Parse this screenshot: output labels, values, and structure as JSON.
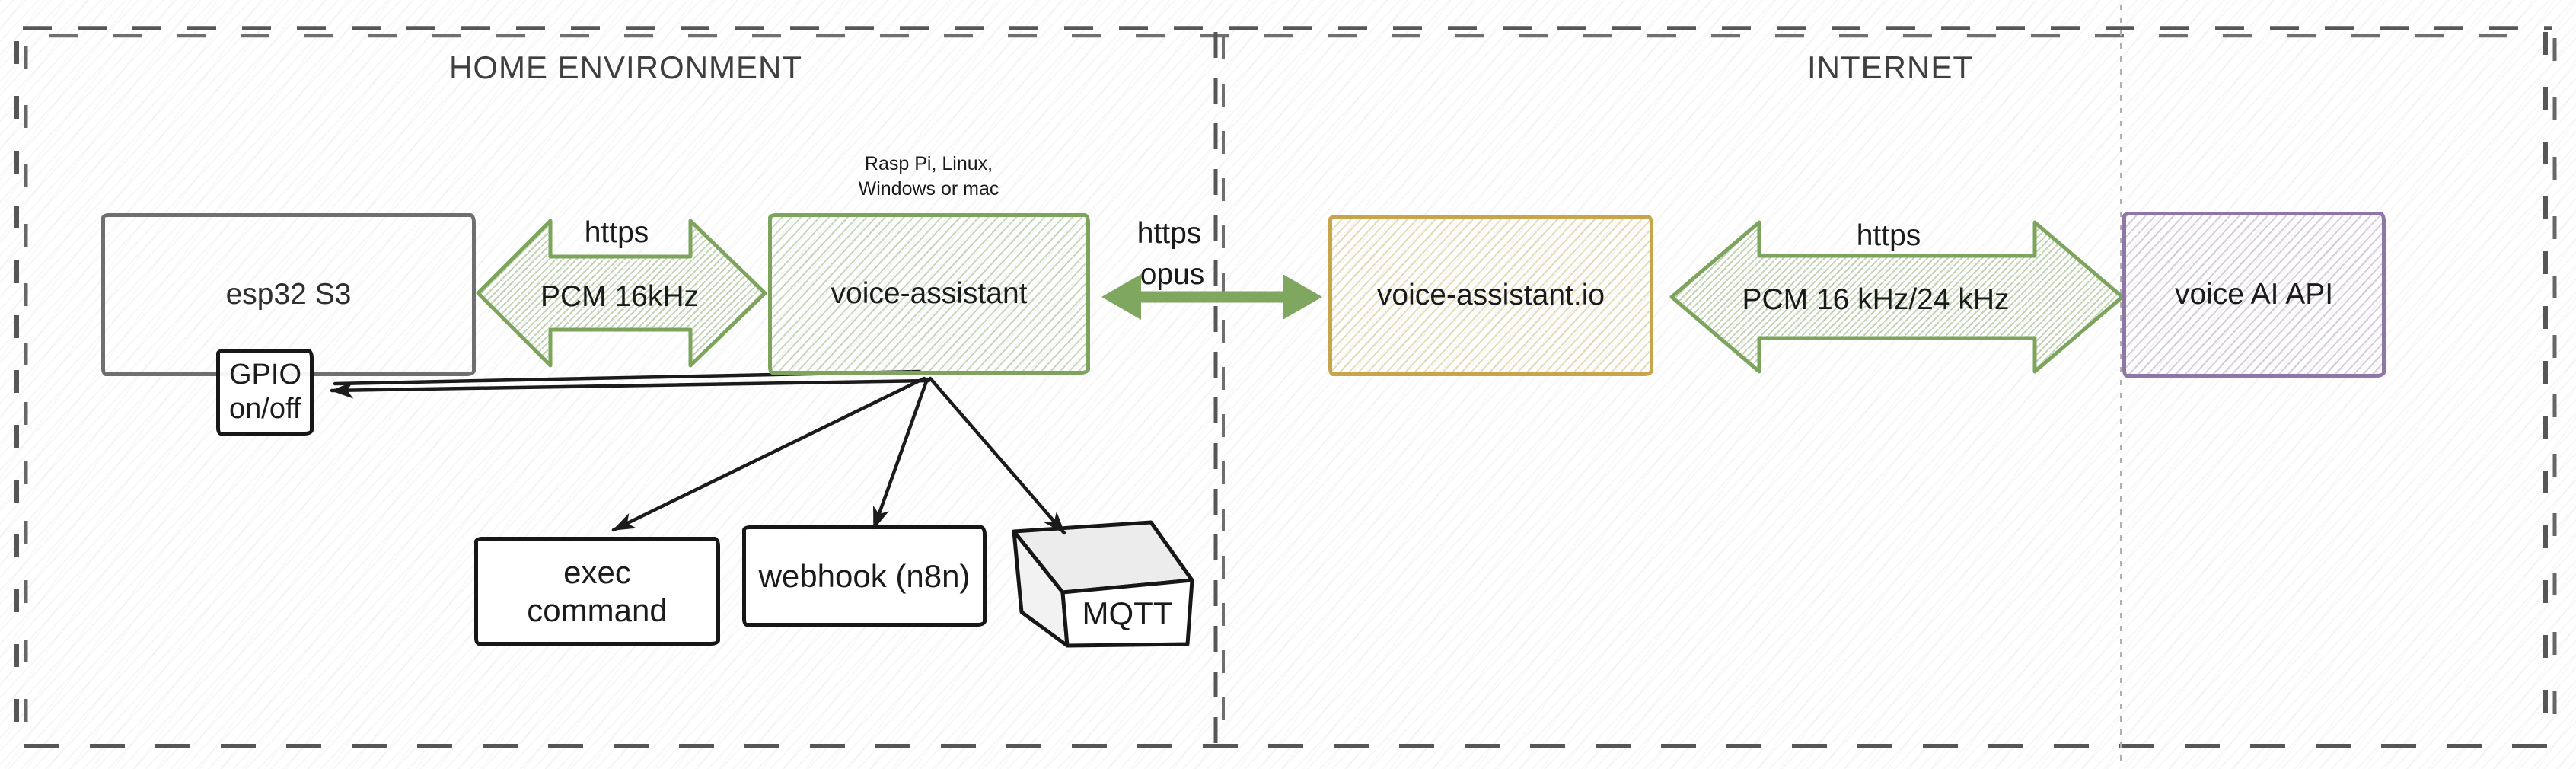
{
  "diagram": {
    "regions": {
      "home": {
        "title": "HOME ENVIRONMENT"
      },
      "internet": {
        "title": "INTERNET"
      }
    },
    "nodes": {
      "esp32": {
        "label": "esp32 S3"
      },
      "gpio": {
        "line1": "GPIO",
        "line2": "on/off"
      },
      "voice_assistant": {
        "label": "voice-assistant",
        "note_line1": "Rasp Pi, Linux,",
        "note_line2": "Windows or mac"
      },
      "voice_assistant_io": {
        "label": "voice-assistant.io"
      },
      "voice_ai_api": {
        "label": "voice AI API"
      },
      "exec_command": {
        "line1": "exec",
        "line2": "command"
      },
      "webhook": {
        "label": "webhook (n8n)"
      },
      "mqtt": {
        "label": "MQTT"
      }
    },
    "links": {
      "esp32_to_voice_assistant": {
        "protocol": "https",
        "payload": "PCM 16kHz"
      },
      "voice_assistant_to_cloud": {
        "protocol": "https",
        "payload": "opus"
      },
      "cloud_to_voice_ai": {
        "protocol": "https",
        "payload": "PCM 16 kHz/24 kHz"
      }
    },
    "colors": {
      "green": "#7da45d",
      "yellow": "#c7a64b",
      "purple": "#8e77a6",
      "gray": "#6f6f6f",
      "ink": "#1b1b1b",
      "border_dash": "#565656",
      "faint_guide": "#b0b0b0"
    }
  }
}
